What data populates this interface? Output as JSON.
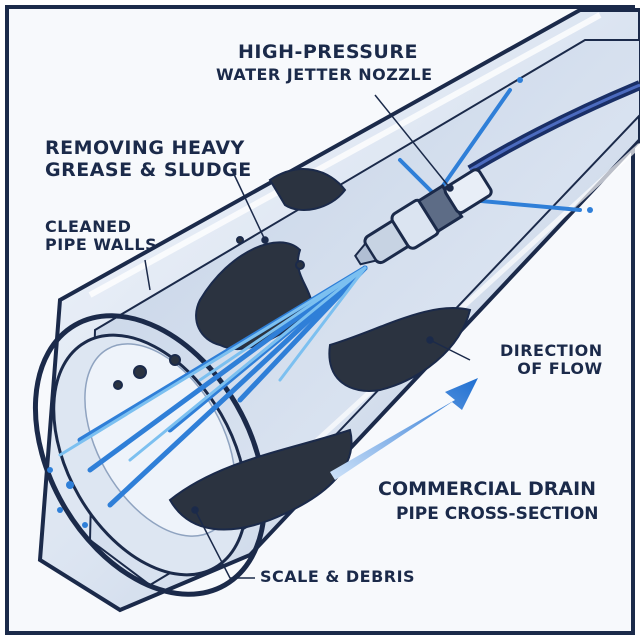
{
  "labels": {
    "nozzle_line1": "HIGH-PRESSURE",
    "nozzle_line2": "WATER JETTER NOZZLE",
    "grease_line1": "REMOVING HEAVY",
    "grease_line2": "GREASE & SLUDGE",
    "walls_line1": "CLEANED",
    "walls_line2": "PIPE WALLS",
    "flow_line1": "DIRECTION",
    "flow_line2": "OF FLOW",
    "title_line1": "COMMERCIAL DRAIN",
    "title_line2": "PIPE CROSS-SECTION",
    "debris": "SCALE & DEBRIS"
  },
  "colors": {
    "outline": "#1b2a4a",
    "pipe_light": "#eef3fa",
    "pipe_mid": "#c9d6e8",
    "pipe_dark": "#8fa3c0",
    "water": "#2f7fd8",
    "water_light": "#7cc0f0",
    "sludge": "#2b3340",
    "arrow": "#1f6fd1",
    "hose": "#1a2f66"
  },
  "icons": [
    "flow-arrow-icon",
    "nozzle-icon",
    "water-spray-icon",
    "sludge-icon"
  ]
}
